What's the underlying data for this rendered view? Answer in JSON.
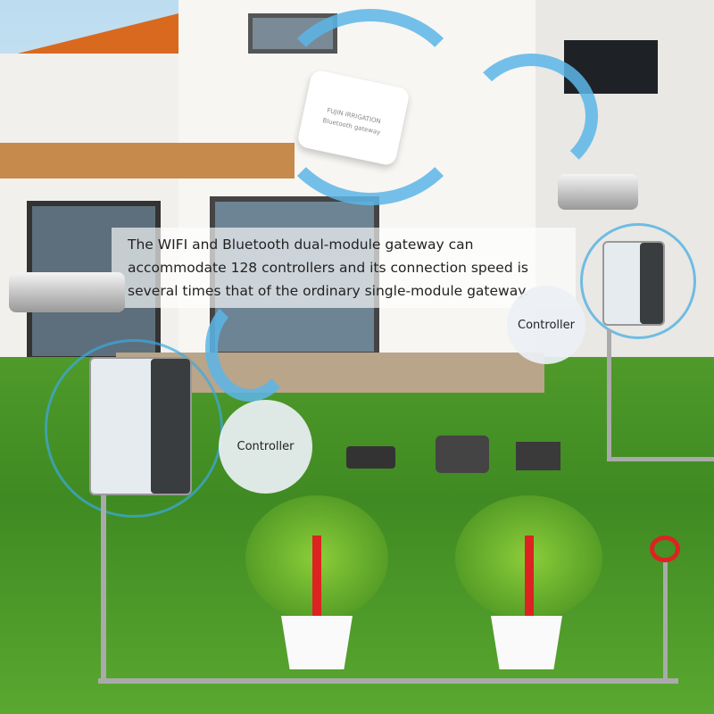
{
  "caption": {
    "line1": "The WIFI and Bluetooth dual-module gateway can",
    "line2": "accommodate 128 controllers and its connection speed is",
    "line3": "several times that of the ordinary single-module gateway."
  },
  "gateway": {
    "brand": "FUJIN IRRIGATION",
    "label": "Bluetooth gateway"
  },
  "controller_left": {
    "label": "Controller"
  },
  "controller_right": {
    "label": "Controller"
  }
}
